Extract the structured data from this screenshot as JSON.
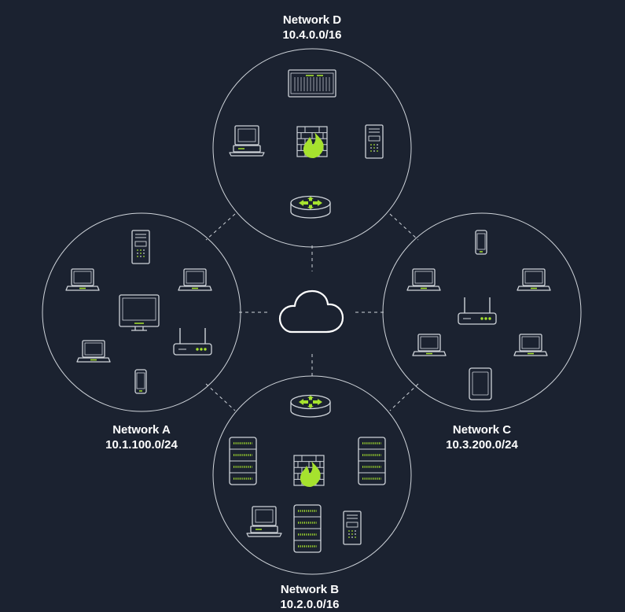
{
  "colors": {
    "background": "#1b2230",
    "line": "#cfd4da",
    "accent": "#a6e22e"
  },
  "networks": [
    {
      "id": "d",
      "name": "Network D",
      "cidr": "10.4.0.0/16",
      "devices": [
        "server-rack-icon",
        "desktop-pc-icon",
        "firewall-icon",
        "tower-server-icon",
        "router-icon"
      ]
    },
    {
      "id": "a",
      "name": "Network A",
      "cidr": "10.1.100.0/24",
      "devices": [
        "tower-server-icon",
        "laptop-icon",
        "laptop-icon",
        "monitor-icon",
        "laptop-icon",
        "wifi-router-icon",
        "smartphone-icon"
      ]
    },
    {
      "id": "c",
      "name": "Network C",
      "cidr": "10.3.200.0/24",
      "devices": [
        "smartphone-icon",
        "laptop-icon",
        "laptop-icon",
        "wifi-router-icon",
        "laptop-icon",
        "laptop-icon",
        "tablet-icon"
      ]
    },
    {
      "id": "b",
      "name": "Network B",
      "cidr": "10.2.0.0/16",
      "devices": [
        "router-icon",
        "server-rack-icon",
        "firewall-icon",
        "server-rack-icon",
        "desktop-pc-icon",
        "server-rack-icon",
        "tower-server-icon"
      ]
    }
  ],
  "center": {
    "icon": "cloud-icon"
  }
}
